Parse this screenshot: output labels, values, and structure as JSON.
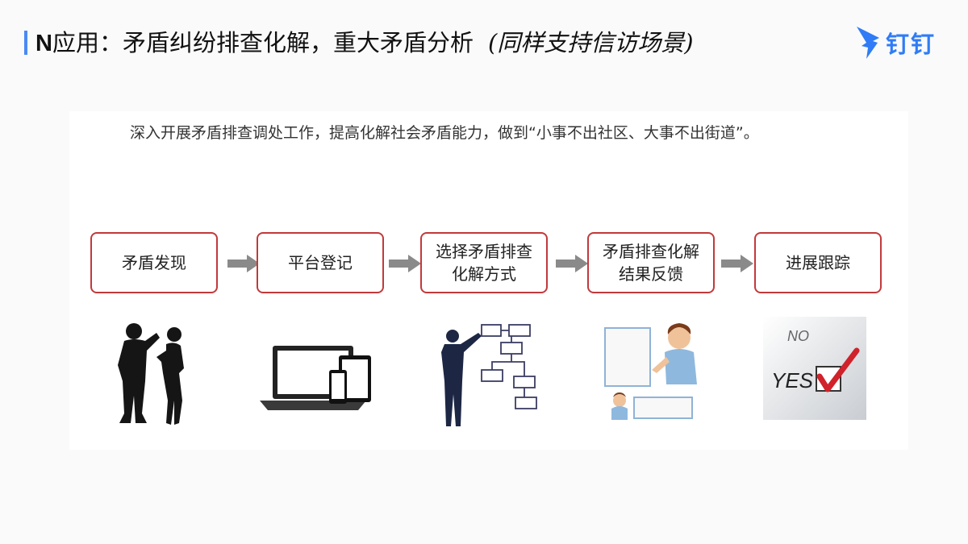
{
  "header": {
    "prefix": "N",
    "title": "应用：矛盾纠纷排查化解，重大矛盾分析",
    "subtitle": "(同样支持信访场景)"
  },
  "brand": {
    "name": "钉钉",
    "color": "#2f7cf6"
  },
  "content": {
    "intro": "深入开展矛盾排查调处工作，提高化解社会矛盾能力，做到“小事不出社区、大事不出街道”。",
    "steps": [
      {
        "label": "矛盾发现"
      },
      {
        "label": "平台登记"
      },
      {
        "label": "选择矛盾排查化解方式"
      },
      {
        "label": "矛盾排查化解结果反馈"
      },
      {
        "label": "进展跟踪"
      }
    ],
    "checkbox_no": "NO",
    "checkbox_yes": "YES"
  },
  "colors": {
    "step_border": "#c2393b",
    "arrow": "#8a8a8a",
    "accent": "#4a8af4"
  }
}
